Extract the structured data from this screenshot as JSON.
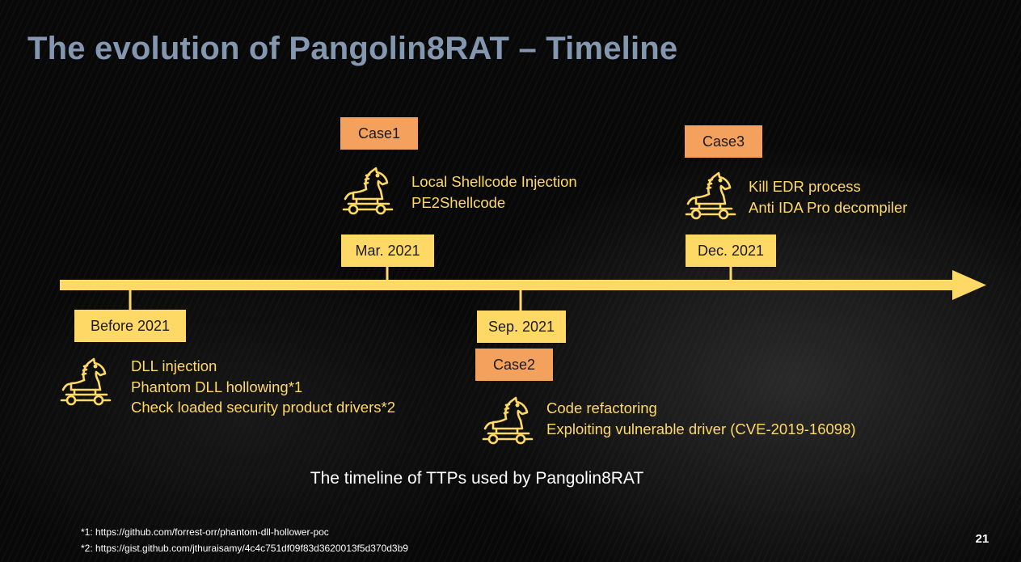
{
  "title": "The evolution of Pangolin8RAT – Timeline",
  "colors": {
    "accent_yellow": "#ffd966",
    "case_orange": "#f4a15d",
    "title_blue": "#8497b0"
  },
  "timeline": {
    "events": [
      {
        "date": "Before 2021",
        "case": "",
        "icon": "trojan-horse-icon",
        "ttps": [
          "DLL injection",
          "Phantom DLL hollowing*1",
          "Check loaded security product drivers*2"
        ]
      },
      {
        "date": "Mar. 2021",
        "case": "Case1",
        "icon": "trojan-horse-icon",
        "ttps": [
          "Local Shellcode Injection",
          "PE2Shellcode"
        ]
      },
      {
        "date": "Sep. 2021",
        "case": "Case2",
        "icon": "trojan-horse-icon",
        "ttps": [
          "Code refactoring",
          "Exploiting vulnerable driver (CVE-2019-16098)"
        ]
      },
      {
        "date": "Dec. 2021",
        "case": "Case3",
        "icon": "trojan-horse-icon",
        "ttps": [
          "Kill EDR process",
          "Anti IDA Pro decompiler"
        ]
      }
    ]
  },
  "caption": "The timeline of TTPs used by Pangolin8RAT",
  "footnotes": [
    "*1: https://github.com/forrest-orr/phantom-dll-hollower-poc",
    "*2: https://gist.github.com/jthuraisamy/4c4c751df09f83d3620013f5d370d3b9"
  ],
  "page_number": "21"
}
